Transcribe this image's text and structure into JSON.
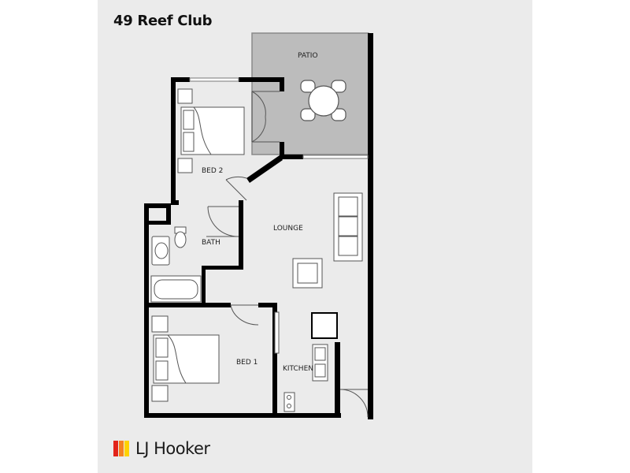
{
  "title": "49 Reef Club",
  "rooms": {
    "patio": "PATIO",
    "bed2": "BED 2",
    "lounge": "LOUNGE",
    "bath": "BATH",
    "bed1": "BED 1",
    "kitchen": "KITCHEN"
  },
  "brand": {
    "name": "LJ Hooker",
    "colors": {
      "red": "#e2231a",
      "orange": "#f58220",
      "yellow": "#ffd200"
    }
  },
  "colors": {
    "panel": "#ebebeb",
    "wall": "#000000",
    "patio_fill": "#bcbcbc"
  }
}
